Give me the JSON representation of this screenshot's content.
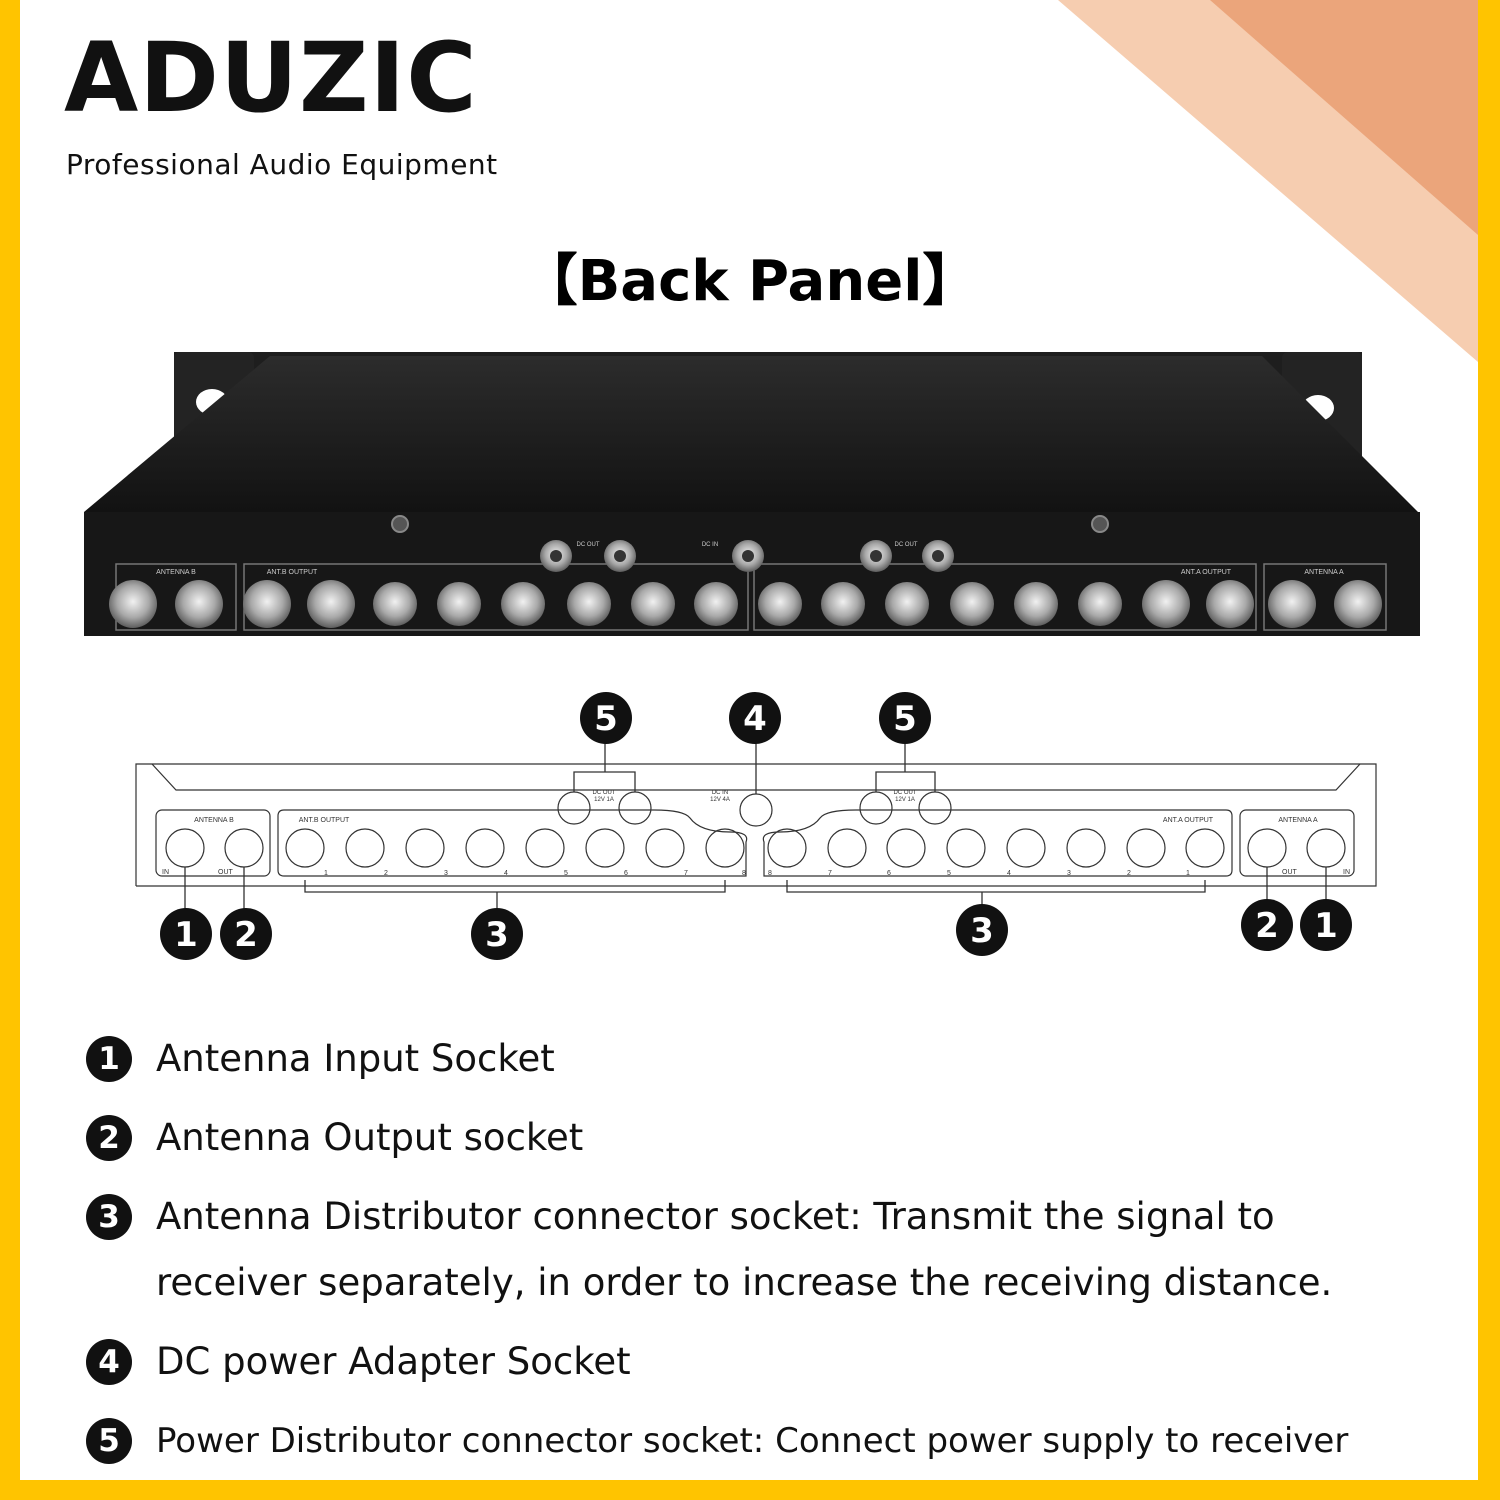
{
  "brand": {
    "name": "ADUZIC",
    "tagline": "Professional Audio Equipment"
  },
  "section_title": "【Back Panel】",
  "panel_labels": {
    "antenna_b": "ANTENNA B",
    "antenna_a": "ANTENNA A",
    "ant_b_output": "ANT.B OUTPUT",
    "ant_a_output": "ANT.A OUTPUT",
    "in": "IN",
    "out": "OUT",
    "dc_out": "DC OUT",
    "dc_out_rating": "12V 1A",
    "dc_in": "DC IN",
    "dc_in_rating": "12V 4A",
    "b_ports": [
      "1",
      "2",
      "3",
      "4",
      "5",
      "6",
      "7",
      "8"
    ],
    "a_ports": [
      "8",
      "7",
      "6",
      "5",
      "4",
      "3",
      "2",
      "1"
    ]
  },
  "callouts": {
    "antenna_input": "1",
    "antenna_output": "2",
    "distributor": "3",
    "dc_in": "4",
    "power_distributor": "5"
  },
  "legend": [
    {
      "number": "1",
      "text": "Antenna Input Socket"
    },
    {
      "number": "2",
      "text": "Antenna Output socket"
    },
    {
      "number": "3",
      "text": "Antenna Distributor connector socket: Transmit the signal to receiver separately, in order to increase the receiving distance."
    },
    {
      "number": "4",
      "text": "DC power Adapter Socket"
    },
    {
      "number": "5",
      "text": "Power Distributor connector socket: Connect power supply to receiver"
    }
  ],
  "colors": {
    "border": "#ffc400",
    "corner_light": "#f6cdb0",
    "corner_dark": "#eba57b",
    "device_body": "#1b1b1b",
    "connector": "#c8c8c8"
  }
}
